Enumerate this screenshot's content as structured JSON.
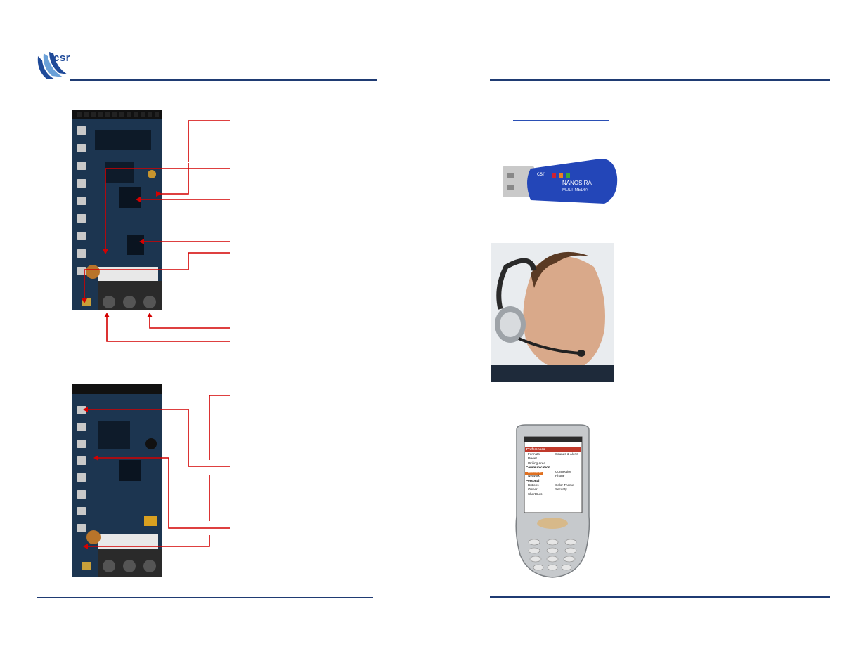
{
  "header": {
    "logo_text": "csr",
    "brand_color": "#1f4a99",
    "rule_color": "#1f3b73"
  },
  "callouts": {
    "line_color": "#d40000"
  },
  "phone_screen": {
    "title": "Preferences",
    "items_col1": [
      "Formats",
      "Power",
      "Writing Area"
    ],
    "items_col2": [
      "Sounds & Alerts"
    ],
    "section_communication": "Communication",
    "comm_col1": [
      "Bluetooth",
      "Network"
    ],
    "comm_col2": [
      "Connection",
      "Phone"
    ],
    "section_personal": "Personal",
    "pers_col1": [
      "Buttons",
      "Owner",
      "ShortCuts"
    ],
    "pers_col2": [
      "Color Theme",
      "Security"
    ]
  },
  "dongle": {
    "brand": "csr",
    "name": "NANOSIRA",
    "sub": "MULTIMEDIA"
  }
}
